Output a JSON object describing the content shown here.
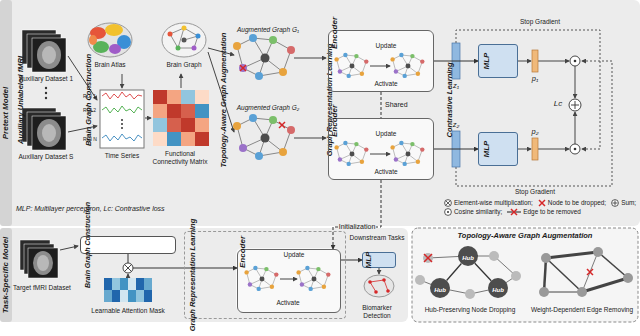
{
  "diagram": {
    "nodes": [
      {
        "text": [
          "Pretext Model"
        ]
      },
      {
        "text": [
          "Auxiliary Unlabeled fMRI"
        ],
        "in": 0
      },
      {
        "text": [
          "Brain Graph Construction"
        ],
        "in": 0
      },
      {
        "text": [
          "Topology-Aware Graph Augmentation"
        ],
        "in": 0
      },
      {
        "text": [
          "Graph Representation Learning"
        ],
        "in": 0
      },
      {
        "text": [
          "Contrastive Learning"
        ],
        "in": 0
      },
      {
        "text": [
          "Encoder"
        ],
        "in": 4
      },
      {
        "text": [
          "Encoder"
        ],
        "in": 4
      },
      {
        "text": [
          "MLP"
        ],
        "in": 5
      },
      {
        "text": [
          "MLP"
        ],
        "in": 5
      },
      {
        "text": [
          "Task-Specific Model"
        ]
      },
      {
        "text": [
          "Brain Graph Construction"
        ],
        "in": 10
      },
      {
        "text": [
          "Graph Representation Learning"
        ],
        "in": 10
      },
      {
        "text": [
          "Encoder"
        ],
        "in": 12
      },
      {
        "text": [
          "MLP"
        ],
        "in": 10
      },
      {
        "text": [
          "Topology-Aware Graph Augmentation"
        ]
      },
      {
        "text": [
          "Hub"
        ],
        "in": 15
      },
      {
        "text": [
          "Hub"
        ],
        "in": 15
      },
      {
        "text": [
          "Hub"
        ],
        "in": 15
      }
    ],
    "edges": [
      {
        "from": 6,
        "to": 8,
        "arrow": "to"
      },
      {
        "from": 7,
        "to": 9,
        "arrow": "to"
      },
      {
        "from": 6,
        "to": 7,
        "label": "Shared",
        "arrow": "none"
      },
      {
        "from": 7,
        "to": 13,
        "label": "Initialization",
        "arrow": "to"
      },
      {
        "from": 11,
        "to": 13,
        "arrow": "to"
      },
      {
        "from": 13,
        "to": 14,
        "arrow": "to"
      },
      {
        "from": 16,
        "to": 17,
        "arrow": "none"
      },
      {
        "from": 16,
        "to": 18,
        "arrow": "none"
      }
    ],
    "labels": [
      "Auxiliary Dataset 1",
      "Auxiliary Dataset S",
      "Brain Atlas",
      "Brain Graph",
      "ROI 1",
      "ROI 2",
      "ROI N",
      "Time Series",
      "Functional Connectivity Matrix",
      "Augmented Graph G₁",
      "Augmented Graph G₂",
      "Update",
      "Activate",
      "Update",
      "Activate",
      "z₁",
      "p₁",
      "z₂",
      "p₂",
      "Stop Gradient",
      "Stop Gradient",
      "Lᴄ",
      "MLP: Multilayer perceptron, Lᴄ: Contrastive loss",
      "Target fMRI Dataset",
      "Learnable Attention Mask",
      "Update",
      "Activate",
      "Downstream Tasks",
      "Biomarker Detection",
      "Hub-Preserving Node Dropping",
      "Weight-Dependent Edge Removing"
    ],
    "legend": [
      {
        "text": "Element-wise multiplication;"
      },
      {
        "text": "Node to be dropped;"
      },
      {
        "text": "Sum;"
      },
      {
        "text": "Cosine similarity;"
      },
      {
        "text": "Edge to be removed"
      }
    ]
  }
}
